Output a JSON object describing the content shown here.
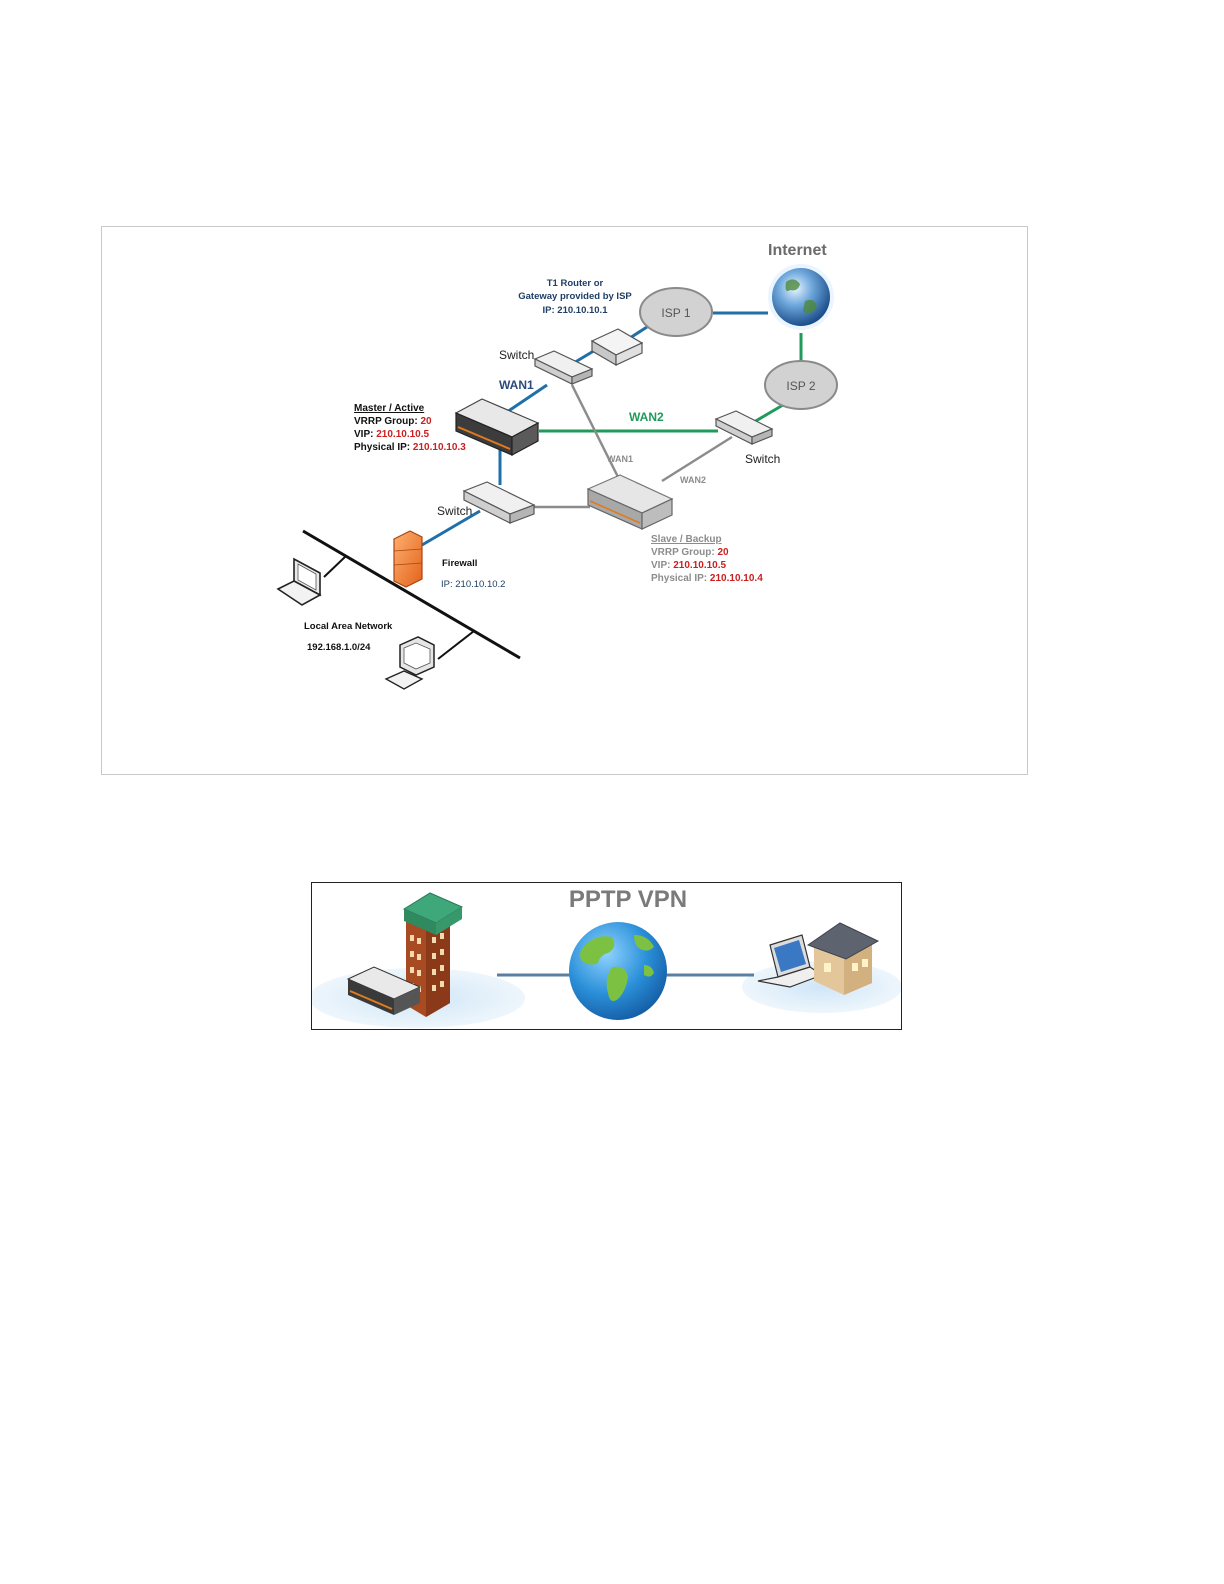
{
  "diagram1": {
    "internet_label": "Internet",
    "t1_router": {
      "line1": "T1 Router or",
      "line2": "Gateway provided by ISP",
      "ip": "IP: 210.10.10.1"
    },
    "isp1": "ISP 1",
    "isp2": "ISP 2",
    "switch_top": "Switch",
    "switch_right": "Switch",
    "switch_left": "Switch",
    "wan1_label": "WAN1",
    "wan2_label": "WAN2",
    "slave_wan1": "WAN1",
    "slave_wan2": "WAN2",
    "master": {
      "title": "Master / Active",
      "group_label": "VRRP Group: ",
      "group_value": "20",
      "vip_label": "VIP: ",
      "vip_value": "210.10.10.5",
      "phys_label": "Physical IP: ",
      "phys_value": "210.10.10.3"
    },
    "slave": {
      "title": "Slave / Backup",
      "group_label": "VRRP Group: ",
      "group_value": "20",
      "vip_label": "VIP: ",
      "vip_value": "210.10.10.5",
      "phys_label": "Physical IP: ",
      "phys_value": "210.10.10.4"
    },
    "firewall": {
      "label": "Firewall",
      "ip": "IP: 210.10.10.2"
    },
    "lan": {
      "label": "Local Area Network",
      "subnet": "192.168.1.0/24"
    },
    "colors": {
      "wan1": "#1f6fa8",
      "wan2": "#1e9b5a",
      "backup_link": "#8c8c8c",
      "highlight": "#cc1f1f",
      "isp_fill": "#d2d2d2"
    }
  },
  "diagram2": {
    "title": "PPTP VPN",
    "icons": [
      "router-icon",
      "office-building-icon",
      "globe-icon",
      "laptop-icon",
      "house-icon"
    ]
  }
}
